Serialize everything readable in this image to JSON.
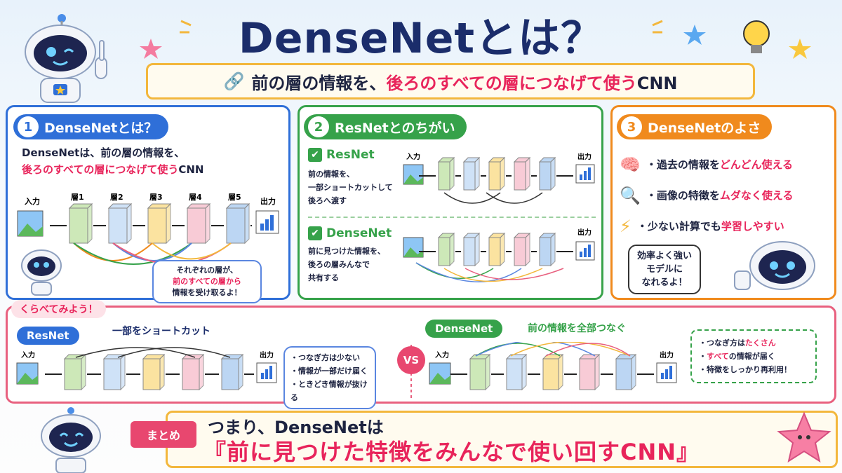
{
  "title": "DenseNetとは？",
  "subtitle": {
    "part1": "前の層の情報を、",
    "highlight": "後ろのすべての層につなげて使う",
    "part2": "CNN"
  },
  "panel1": {
    "num": "1",
    "heading": "DenseNetとは？",
    "line1": "DenseNetは、前の層の情報を、",
    "line2_red": "後ろのすべての層につなげて使う",
    "line2_end": "CNN",
    "input_label": "入力",
    "output_label": "出力",
    "layers": [
      "層1",
      "層2",
      "層3",
      "層4",
      "層5"
    ],
    "bubble_line1": "それぞれの層が、",
    "bubble_line2": "前のすべての層から",
    "bubble_line3": "情報を受け取るよ！"
  },
  "panel2": {
    "num": "2",
    "heading": "ResNetとのちがい",
    "resnet_title": "ResNet",
    "resnet_desc": [
      "前の情報を、",
      "一部ショートカットして",
      "後ろへ渡す"
    ],
    "densenet_title": "DenseNet",
    "densenet_desc": [
      "前に見つけた情報を、",
      "後ろの層みんなで",
      "共有する"
    ],
    "input_label": "入力",
    "output_label": "出力"
  },
  "panel3": {
    "num": "3",
    "heading": "DenseNetのよさ",
    "items": [
      {
        "icon": "brain-icon",
        "pre": "・過去の情報を",
        "red": "どんどん使える",
        "post": ""
      },
      {
        "icon": "magnifier-icon",
        "pre": "・画像の特徴を",
        "red": "ムダなく使える",
        "post": ""
      },
      {
        "icon": "lightning-icon",
        "pre": "・少ない計算でも",
        "red": "学習しやすい",
        "post": ""
      }
    ],
    "bubble": [
      "効率よく強い",
      "モデルに",
      "なれるよ！"
    ]
  },
  "compare": {
    "tag": "くらべてみよう！",
    "resnet_label": "ResNet",
    "resnet_caption": "一部をショートカット",
    "resnet_points": [
      "・つなぎ方は少ない",
      "・情報が一部だけ届く",
      "・ときどき情報が抜ける"
    ],
    "vs": "VS",
    "densenet_label": "DenseNet",
    "densenet_caption": "前の情報を全部つなぐ",
    "densenet_points": [
      {
        "pre": "・つなぎ方は",
        "red": "たくさん",
        "post": ""
      },
      {
        "pre": "・",
        "red": "すべて",
        "post": "の情報が届く"
      },
      {
        "pre": "・特徴をしっかり再利用！",
        "red": "",
        "post": ""
      }
    ],
    "input_label": "入力",
    "output_label": "出力"
  },
  "summary": {
    "tag": "まとめ",
    "line1": "つまり、DenseNetは",
    "line2": "『前に見つけた特徴をみんなで使い回すCNN』"
  },
  "colors": {
    "blue": "#2f6fd8",
    "green": "#36a24a",
    "orange": "#f08a1d",
    "red": "#e8245b",
    "layer_colors": [
      "#cde8b8",
      "#cfe2f7",
      "#fbe3a0",
      "#f8cbd6",
      "#bcd6f3"
    ]
  }
}
